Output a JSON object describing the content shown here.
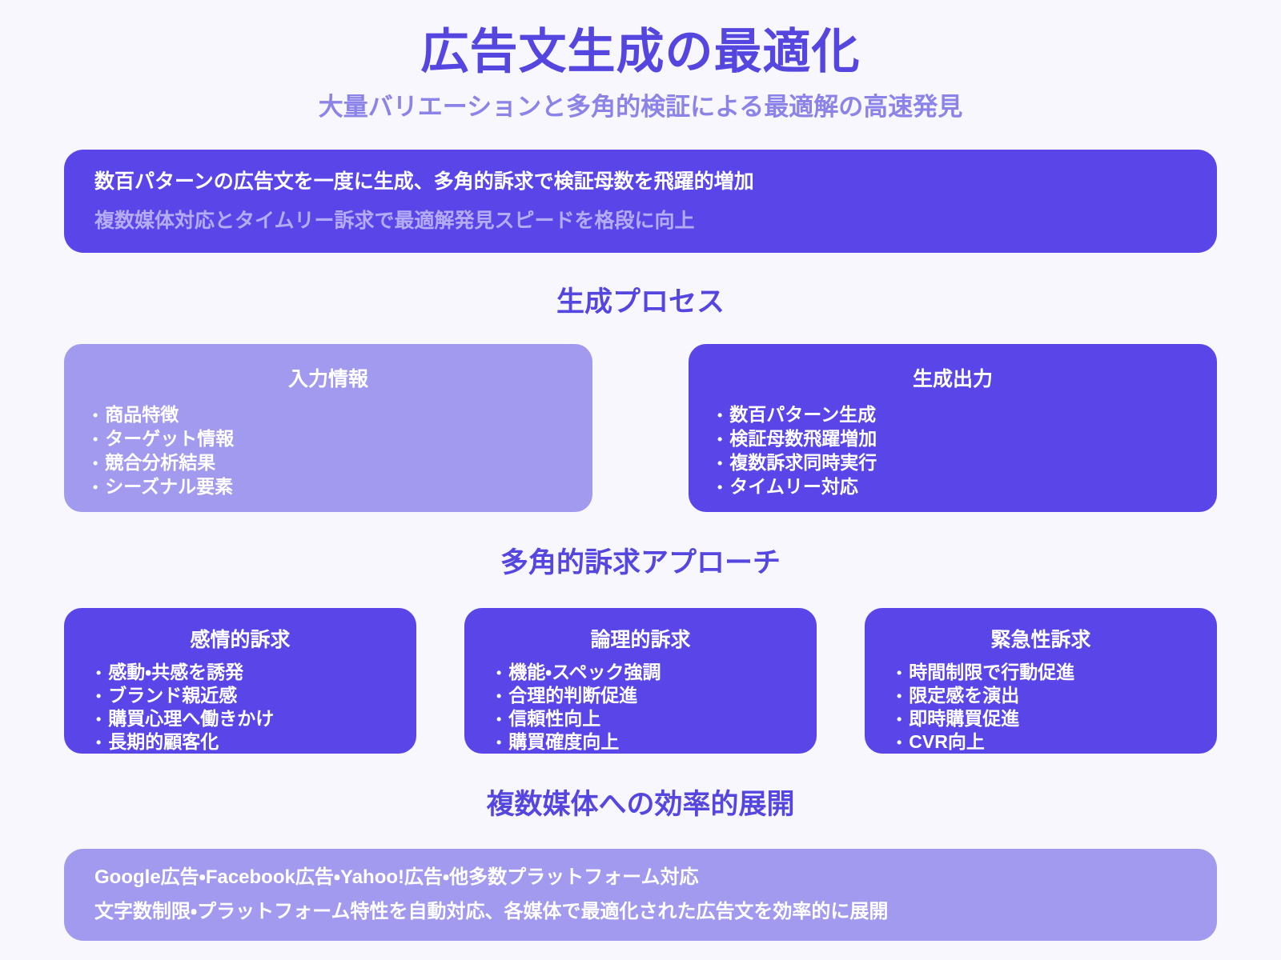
{
  "page": {
    "title": "広告文生成の最適化",
    "subtitle": "大量バリエーションと多角的検証による最適解の高速発見"
  },
  "hero_banner": {
    "line1": "数百パターンの広告文を一度に生成、多角的訴求で検証母数を飛躍的増加",
    "line2": "複数媒体対応とタイムリー訴求で最適解発見スピードを格段に向上"
  },
  "sections": {
    "process": {
      "heading": "生成プロセス",
      "cards": [
        {
          "title": "入力情報",
          "variant": "light",
          "items": [
            "商品特徴",
            "ターゲット情報",
            "競合分析結果",
            "シーズナル要素"
          ]
        },
        {
          "title": "生成出力",
          "variant": "dark",
          "items": [
            "数百パターン生成",
            "検証母数飛躍増加",
            "複数訴求同時実行",
            "タイムリー対応"
          ]
        }
      ]
    },
    "appeal": {
      "heading": "多角的訴求アプローチ",
      "cards": [
        {
          "title": "感情的訴求",
          "items": [
            "感動・共感を誘発",
            "ブランド親近感",
            "購買心理へ働きかけ",
            "長期的顧客化"
          ]
        },
        {
          "title": "論理的訴求",
          "items": [
            "機能・スペック強調",
            "合理的判断促進",
            "信頼性向上",
            "購買確度向上"
          ]
        },
        {
          "title": "緊急性訴求",
          "items": [
            "時間制限で行動促進",
            "限定感を演出",
            "即時購買促進",
            "CVR向上"
          ]
        }
      ]
    },
    "deployment": {
      "heading": "複数媒体への効率的展開",
      "banner": {
        "line1": "Google広告・Facebook広告・Yahoo!広告・他多数プラットフォーム対応",
        "line2": "文字数制限・プラットフォーム特性を自動対応、各媒体で最適化された広告文を効率的に展開"
      }
    }
  },
  "colors": {
    "background": "#f8f7fd",
    "primary_purple": "#5a46e8",
    "light_purple": "#a29aee",
    "heading_purple": "#5646e0",
    "subtitle_purple": "#8c83e8"
  }
}
